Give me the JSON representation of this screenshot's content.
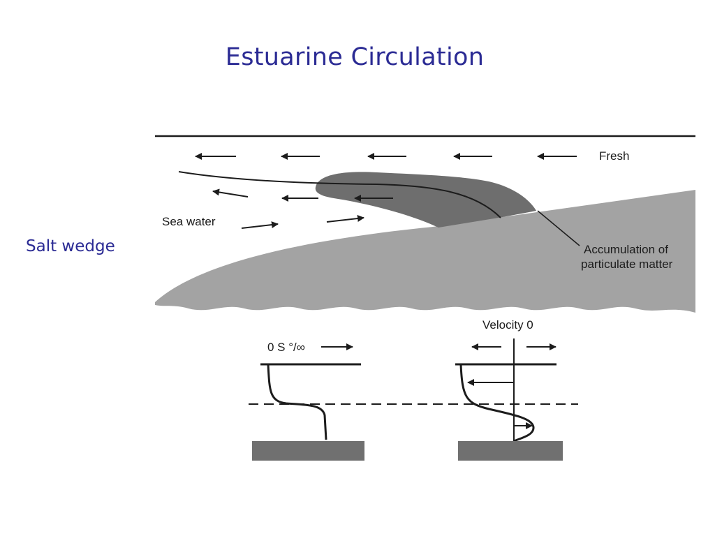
{
  "slide": {
    "title": "Estuarine Circulation",
    "side_label": "Salt wedge"
  },
  "diagram": {
    "labels": {
      "fresh": "Fresh",
      "sea_water": "Sea water",
      "accumulation_line1": "Accumulation of",
      "accumulation_line2": "particulate matter",
      "velocity": "Velocity 0",
      "salinity": "0  S °/∞"
    }
  },
  "colors": {
    "title": "#2b2b94",
    "wedge": "#a3a3a3",
    "accumulation": "#6e6e6e",
    "bottom": "#707070",
    "line": "#1c1c1c"
  }
}
